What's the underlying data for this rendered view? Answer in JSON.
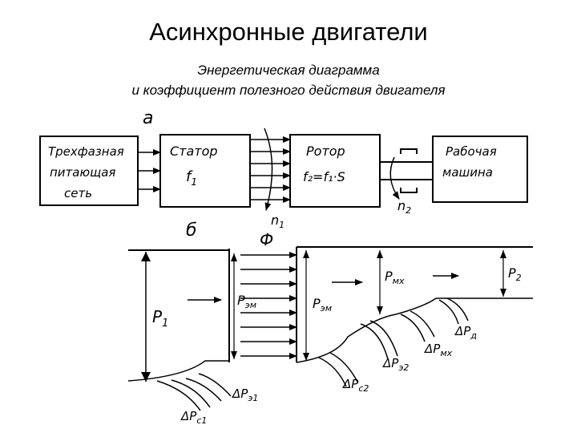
{
  "title": "Асинхронные двигатели",
  "subtitle_line1": "Энергетическая диаграмма",
  "subtitle_line2": "и коэффициент полезного действия двигателя",
  "part_a": {
    "label": "а",
    "supply_line1": "Трехфазная",
    "supply_line2": "питающая",
    "supply_line3": "сеть",
    "stator_line1": "Статор",
    "stator_line2": "f",
    "stator_line2_sub": "1",
    "rotor_line1": "Ротор",
    "rotor_formula": "f₂=f₁·S",
    "machine_line1": "Рабочая",
    "machine_line2": "машина",
    "n1": "n",
    "n1_sub": "1",
    "n2": "n",
    "n2_sub": "2"
  },
  "part_b": {
    "label": "б",
    "phi": "Ф",
    "P1": "P",
    "P1_sub": "1",
    "Pem_a": "P",
    "Pem_a_sub": "эм",
    "Pem_b": "P",
    "Pem_b_sub": "эм",
    "Pmx": "P",
    "Pmx_sub": "мх",
    "P2": "P",
    "P2_sub": "2",
    "dPc1": "ΔP",
    "dPc1_sub": "с1",
    "dPe1": "ΔP",
    "dPe1_sub": "э1",
    "dPc2": "ΔP",
    "dPc2_sub": "с2",
    "dPe2": "ΔP",
    "dPe2_sub": "э2",
    "dPmx": "ΔP",
    "dPmx_sub": "мх",
    "dPd": "ΔP",
    "dPd_sub": "д"
  }
}
